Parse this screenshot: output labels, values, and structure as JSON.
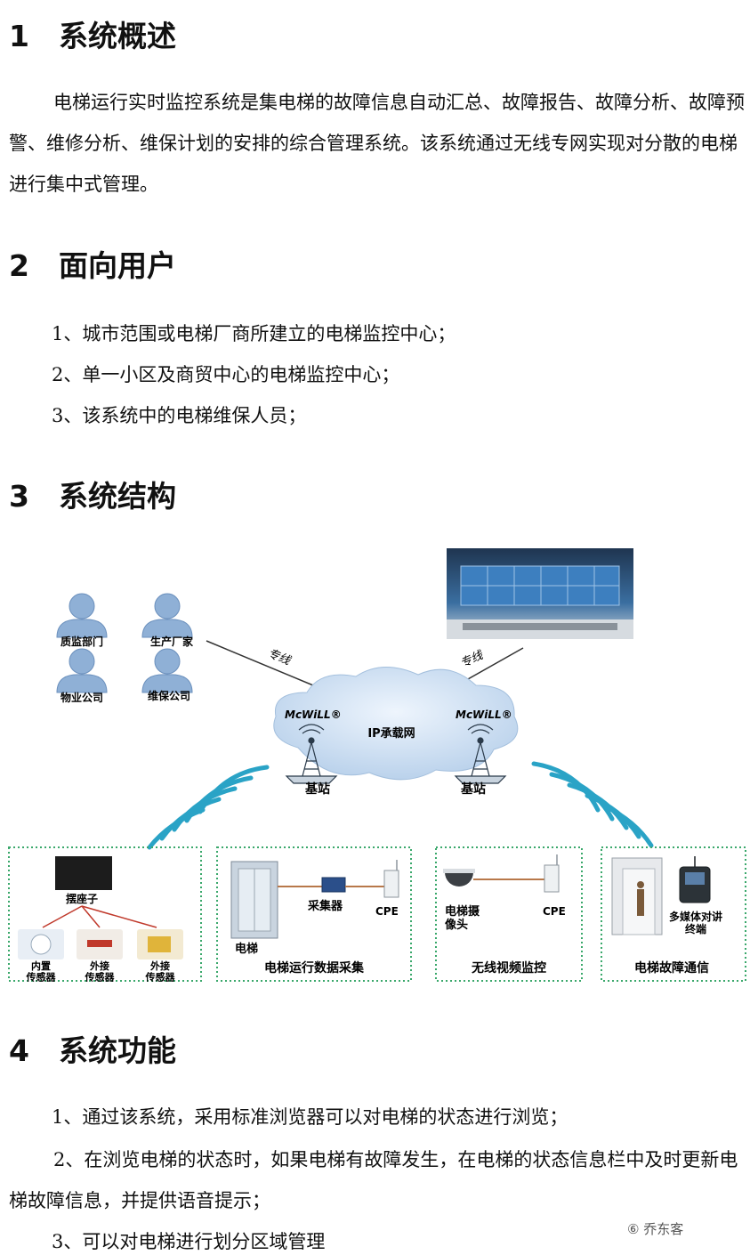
{
  "sections": {
    "s1": {
      "num": "1",
      "title": "系统概述"
    },
    "s2": {
      "num": "2",
      "title": "面向用户"
    },
    "s3": {
      "num": "3",
      "title": "系统结构"
    },
    "s4": {
      "num": "4",
      "title": "系统功能"
    }
  },
  "overview_text": "电梯运行实时监控系统是集电梯的故障信息自动汇总、故障报告、故障分析、故障预警、维修分析、维保计划的安排的综合管理系统。该系统通过无线专网实现对分散的电梯进行集中式管理。",
  "users": [
    "1、城市范围或电梯厂商所建立的电梯监控中心；",
    "2、单一小区及商贸中心的电梯监控中心；",
    "3、该系统中的电梯维保人员；"
  ],
  "diagram": {
    "users": [
      "质监部门",
      "生产厂家",
      "物业公司",
      "维保公司"
    ],
    "dedicated_line_left": "专线",
    "dedicated_line_right": "专线",
    "cloud_label": "IP承载网",
    "mcwill_left": "McWiLL®",
    "mcwill_right": "McWiLL®",
    "base_left": "基站",
    "base_right": "基站",
    "box1": {
      "device": "摆座子",
      "sensors": [
        "内置\n传感器",
        "外接\n传感器",
        "外接\n传感器"
      ]
    },
    "box2": {
      "caption": "电梯运行数据采集",
      "elevator": "电梯",
      "collector": "采集器",
      "cpe": "CPE"
    },
    "box3": {
      "caption": "无线视频监控",
      "camera": "电梯摄\n像头",
      "cpe": "CPE"
    },
    "box4": {
      "caption": "电梯故障通信",
      "terminal": "多媒体对讲\n终端"
    }
  },
  "functions": [
    "1、通过该系统，采用标准浏览器可以对电梯的状态进行浏览；",
    "2、在浏览电梯的状态时，如果电梯有故障发生，在电梯的状态信息栏中及时更新电梯故障信息，并提供语音提示；",
    "3、可以对电梯进行划分区域管理"
  ],
  "footer": "⑥ 乔东客",
  "colors": {
    "cloud": "#c9dcf2",
    "user_icon": "#8fb0d6",
    "wave": "#2aa3c6",
    "box_border": "#3aa86b",
    "wire": "#b8784a"
  }
}
